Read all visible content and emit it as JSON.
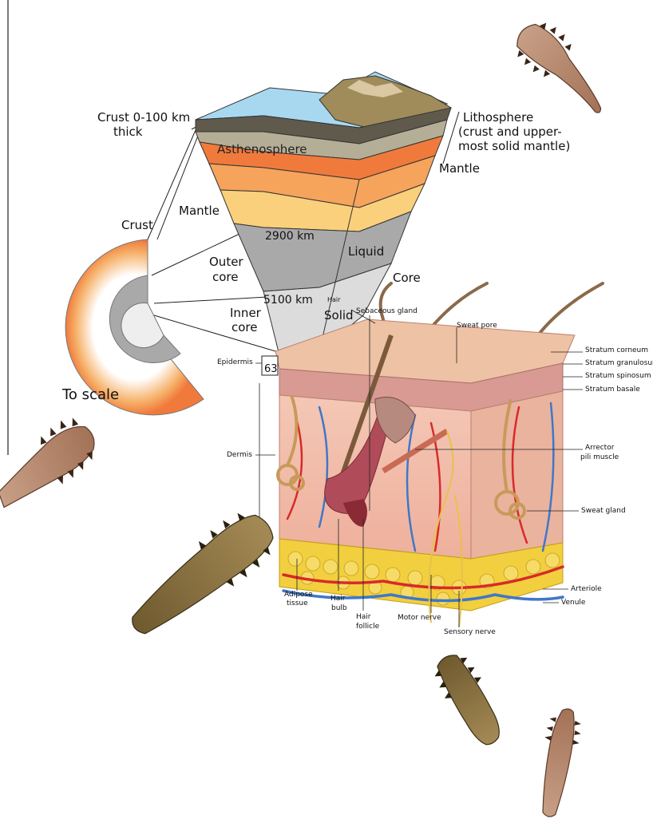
{
  "earth": {
    "crust_thickness_label": "Crust 0-100 km",
    "crust_thickness_label_2": "thick",
    "asthenosphere": "Asthenosphere",
    "lithosphere_1": "Lithosphere",
    "lithosphere_2": "(crust and upper-",
    "lithosphere_3": "most solid mantle)",
    "mantle_right": "Mantle",
    "mantle_left": "Mantle",
    "crust_left": "Crust",
    "depth_2900": "2900 km",
    "liquid": "Liquid",
    "outer_1": "Outer",
    "outer_2": "core",
    "core": "Core",
    "depth_5100": "5100 km",
    "solid": "Solid",
    "inner_1": "Inner",
    "inner_2": "core",
    "to_scale": "To scale",
    "partial_number": "63"
  },
  "skin": {
    "hair": "Hair",
    "sebaceous_gland": "Sebaceous gland",
    "sweat_pore": "Sweat pore",
    "stratum_corneum": "Stratum corneum",
    "stratum_granulosum": "Stratum granulosum",
    "stratum_spinosum": "Stratum spinosum",
    "stratum_basale": "Stratum basale",
    "epidermis": "Epidermis",
    "dermis": "Dermis",
    "arrector_1": "Arrector",
    "arrector_2": "pili muscle",
    "sweat_gland": "Sweat gland",
    "arteriole": "Arteriole",
    "venule": "Venule",
    "adipose_1": "Adipose",
    "adipose_2": "tissue",
    "hair_bulb_1": "Hair",
    "hair_bulb_2": "bulb",
    "hair_follicle_1": "Hair",
    "hair_follicle_2": "follicle",
    "motor_nerve": "Motor nerve",
    "sensory_nerve": "Sensory nerve",
    "partial_h": "H"
  },
  "colors": {
    "crust_orange": "#f07a3c",
    "mantle_orange": "#f6a35c",
    "mantle_yellow": "#fbd07c",
    "outer_core_grey": "#a9a9a9",
    "inner_core_grey": "#dcdcdc",
    "ocean_blue": "#a8d8f0",
    "skin_pink": "#f2b9a6",
    "adipose_yellow": "#f1cf3e",
    "artery_red": "#d82a2a",
    "vein_blue": "#3f77c9",
    "mite_brown": "#8a6a3c"
  }
}
